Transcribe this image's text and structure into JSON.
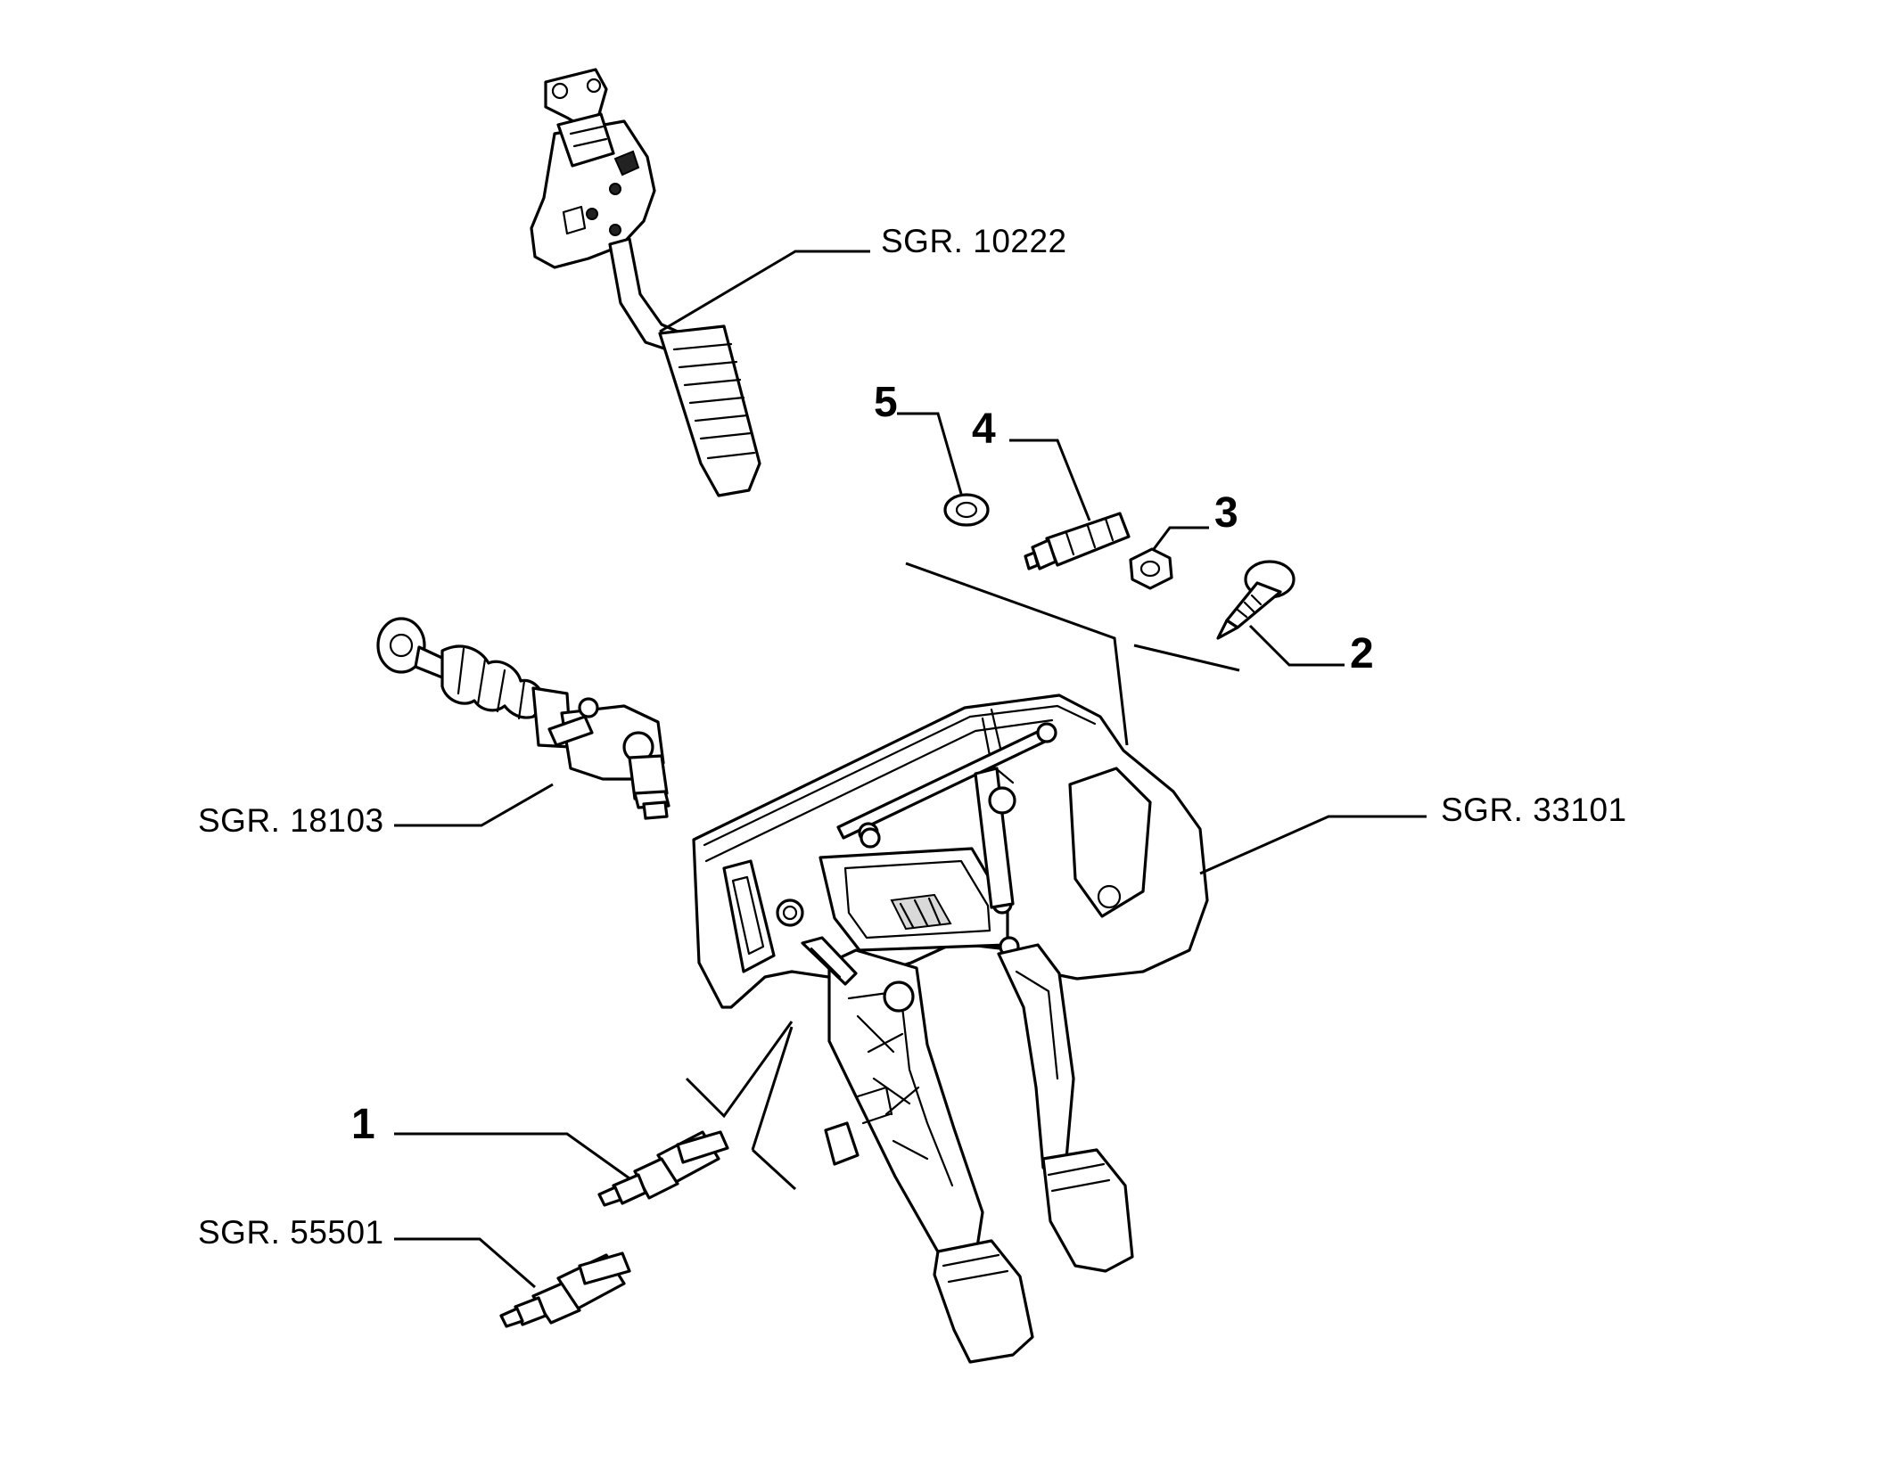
{
  "diagram": {
    "subgroup_refs": [
      {
        "id": "accelerator",
        "text": "SGR. 10222"
      },
      {
        "id": "master-cylinder",
        "text": "SGR. 18103"
      },
      {
        "id": "pedal-box",
        "text": "SGR. 33101"
      },
      {
        "id": "switch",
        "text": "SGR. 55501"
      }
    ],
    "part_numbers": [
      {
        "id": "p1",
        "text": "1"
      },
      {
        "id": "p2",
        "text": "2"
      },
      {
        "id": "p3",
        "text": "3"
      },
      {
        "id": "p4",
        "text": "4"
      },
      {
        "id": "p5",
        "text": "5"
      }
    ]
  }
}
